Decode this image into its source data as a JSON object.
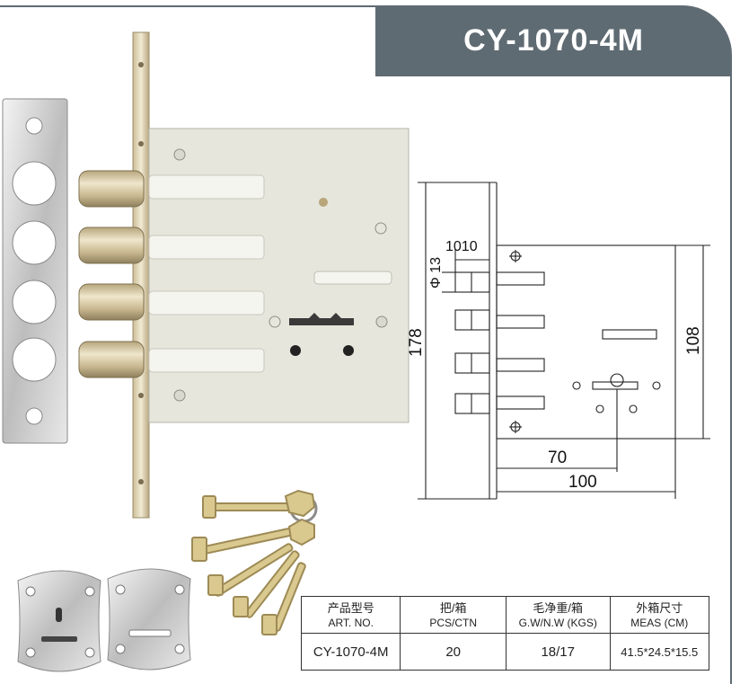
{
  "product": {
    "model": "CY-1070-4M"
  },
  "drawing": {
    "dims": {
      "bolt_spacing": "1010",
      "bolt_diameter": "Φ 13",
      "faceplate_height": "178",
      "body_height": "108",
      "backset": "70",
      "case_width": "100"
    }
  },
  "spec_table": {
    "headers": [
      {
        "cn": "产品型号",
        "en": "ART. NO."
      },
      {
        "cn": "把/箱",
        "en": "PCS/CTN"
      },
      {
        "cn": "毛净重/箱",
        "en": "G.W/N.W (KGS)"
      },
      {
        "cn": "外箱尺寸",
        "en": "MEAS (CM)"
      }
    ],
    "row": [
      "CY-1070-4M",
      "20",
      "18/17",
      "41.5*24.5*15.5"
    ]
  },
  "colors": {
    "header_band": "#5f6b73",
    "brass": "#c7b68f",
    "body": "#e6e6dc",
    "chrome": "#d2d2d2"
  }
}
